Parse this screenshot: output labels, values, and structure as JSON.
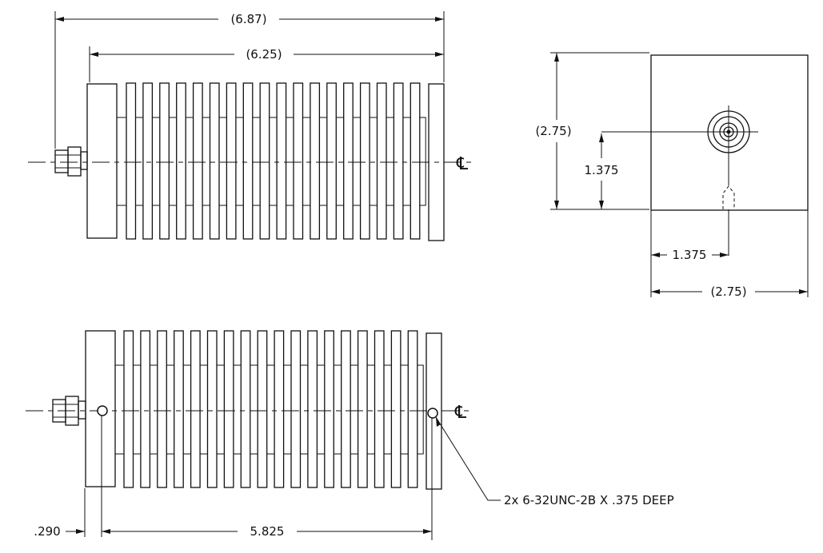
{
  "drawing": {
    "dims": {
      "overall_length": "(6.87)",
      "body_length": "(6.25)",
      "end_height": "(2.75)",
      "end_width": "(2.75)",
      "center_vertical": "1.375",
      "center_horizontal": "1.375",
      "hole_offset": ".290",
      "hole_spacing": "5.825"
    },
    "centerline_symbol": "℄",
    "note": "2x  6-32UNC-2B  X  .375  DEEP"
  }
}
